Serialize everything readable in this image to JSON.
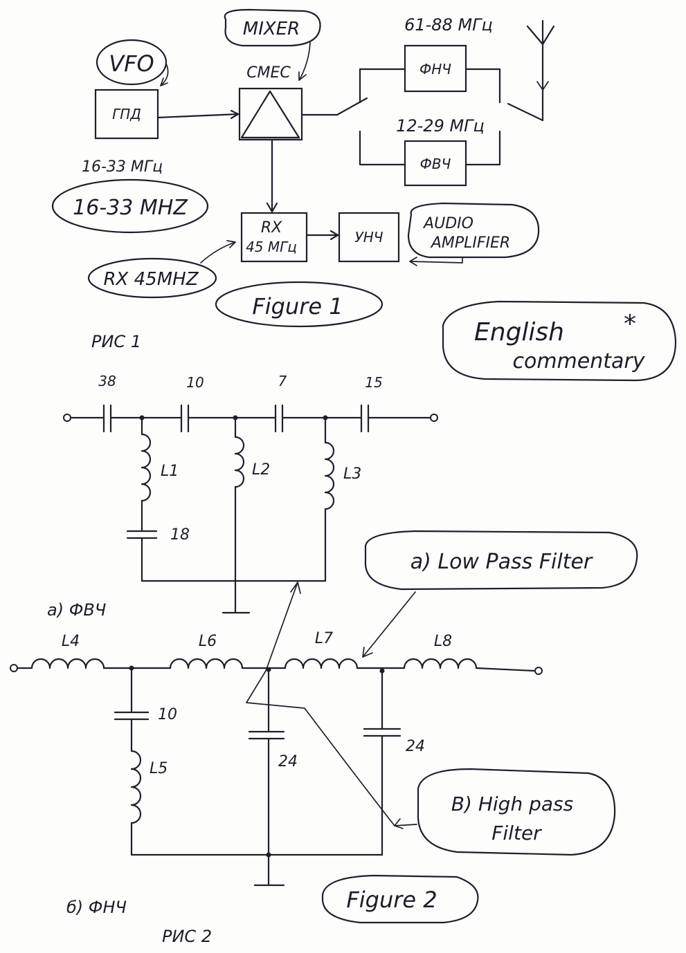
{
  "figure1": {
    "vfo_note": "VFO",
    "mixer_note": "MIXER",
    "mixer_label": "СМЕС",
    "vfo_box": "ГПД",
    "vfo_range_ru": "16-33 МГц",
    "vfo_range_note": "16-33 MHZ",
    "lpf_range": "61-88 МГц",
    "lpf_box": "ФНЧ",
    "hpf_range": "12-29 МГц",
    "hpf_box": "ФВЧ",
    "rx_box_line1": "RX",
    "rx_box_line2": "45 МГц",
    "rx_note": "RX 45MHZ",
    "af_box": "УНЧ",
    "af_note_line1": "AUDIO",
    "af_note_line2": "AMPLIFIER",
    "figure_note": "Figure 1",
    "caption_ru": "РИС 1",
    "commentary_line1": "English",
    "commentary_line2": "commentary",
    "commentary_mark": "*"
  },
  "figure2": {
    "hpf": {
      "caps": [
        "38",
        "10",
        "7",
        "15"
      ],
      "coils": [
        "L1",
        "L2",
        "L3"
      ],
      "shunt_cap": "18",
      "caption_ru": "а) ФВЧ"
    },
    "lpf": {
      "coils": [
        "L4",
        "L6",
        "L7",
        "L8",
        "L5"
      ],
      "caps": [
        "10",
        "24",
        "24"
      ],
      "caption_ru": "б) ФНЧ"
    },
    "note_lpf": "a) Low Pass Filter",
    "note_hpf_line1": "B) High pass",
    "note_hpf_line2": "Filter",
    "figure_note": "Figure 2",
    "caption_ru": "РИС 2"
  }
}
